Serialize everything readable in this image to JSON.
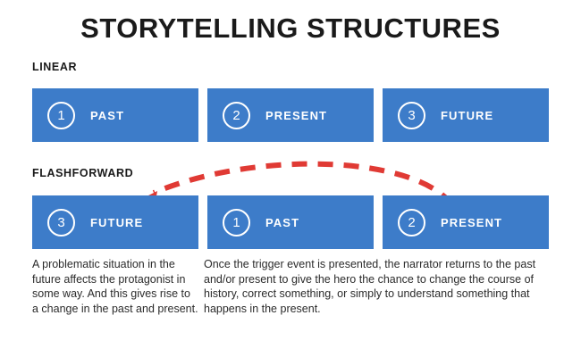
{
  "title": "STORYTELLING STRUCTURES",
  "colors": {
    "card_blue": "#3d7cc9",
    "arrow_red": "#e03a34",
    "text_dark": "#1a1a1a",
    "background": "#ffffff"
  },
  "sections": [
    {
      "label": "LINEAR",
      "cards": [
        {
          "number": "1",
          "label": "PAST"
        },
        {
          "number": "2",
          "label": "PRESENT"
        },
        {
          "number": "3",
          "label": "FUTURE"
        }
      ]
    },
    {
      "label": "FLASHFORWARD",
      "cards": [
        {
          "number": "3",
          "label": "FUTURE"
        },
        {
          "number": "1",
          "label": "PAST"
        },
        {
          "number": "2",
          "label": "PRESENT"
        }
      ]
    }
  ],
  "descriptions": {
    "left": "A problematic situation in the future affects the protagonist in some way.  And this gives rise to a change in the past and present.",
    "right": "Once the trigger event is presented, the narrator returns to the past and/or present to give the hero the chance to change the course of history, correct something, or simply to understand something that happens in the present."
  },
  "arrow": {
    "name": "dashed-curved-arrow",
    "style": "dashed",
    "direction": "right-to-left"
  }
}
